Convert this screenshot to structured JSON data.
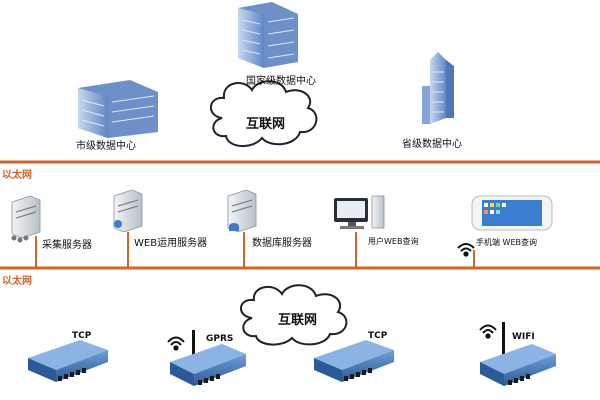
{
  "top": {
    "national_dc": "国家级数据中心",
    "city_dc": "市级数据中心",
    "province_dc": "省级数据中心",
    "internet": "互联网"
  },
  "ethernet": {
    "label1": "以太网",
    "label2": "以太网"
  },
  "servers": {
    "acquisition": "采集服务器",
    "web_app": "WEB运用服务器",
    "database": "数据库服务器",
    "user_web": "用户WEB查询",
    "mobile_web": "手机端 WEB查询"
  },
  "bottom": {
    "internet": "互联网",
    "dev1": "TCP",
    "dev2": "GPRS",
    "dev3": "TCP",
    "dev4": "WIFI"
  },
  "colors": {
    "ethernet_line": "#d0642a",
    "building": "#8aa8d8",
    "device": "#3a6fb0"
  }
}
